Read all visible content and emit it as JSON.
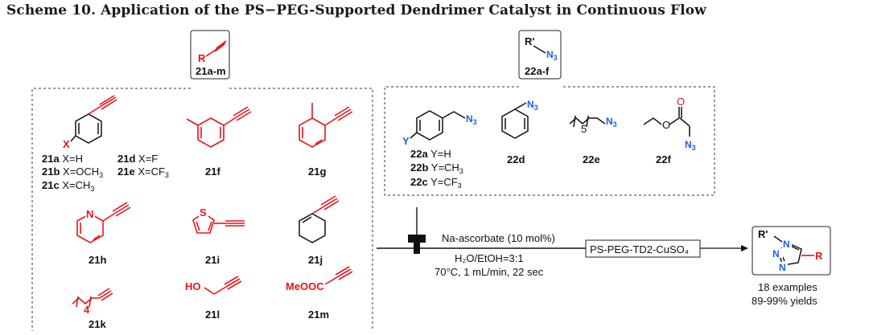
{
  "title": "Scheme 10. Application of the PS−PEG-Supported Dendrimer Catalyst in Continuous Flow",
  "alkyne_box": {
    "r": "R",
    "label": "21a-m"
  },
  "azide_box": {
    "r": "R'",
    "n3": "N",
    "n3sub": "3",
    "label": "22a-f"
  },
  "alkynes": {
    "a_sub": "X",
    "a_lines": [
      {
        "b": "21a",
        "t": " X=H"
      },
      {
        "b": "21b",
        "t": " X=OCH",
        "s": "3"
      },
      {
        "b": "21c",
        "t": " X=CH",
        "s": "3"
      }
    ],
    "d_lines": [
      {
        "b": "21d",
        "t": " X=F"
      },
      {
        "b": "21e",
        "t": " X=CF",
        "s": "3"
      }
    ],
    "f": "21f",
    "g": "21g",
    "h": "21h",
    "h_atom": "N",
    "i": "21i",
    "i_atom": "S",
    "j": "21j",
    "k": "21k",
    "k_sub": "4",
    "l": "21l",
    "l_group": "HO",
    "m": "21m",
    "m_group": "MeOOC"
  },
  "azides": {
    "a_sub": "Y",
    "lines": [
      {
        "b": "22a",
        "t": " Y=H"
      },
      {
        "b": "22b",
        "t": " Y=CH",
        "s": "3"
      },
      {
        "b": "22c",
        "t": " Y=CF",
        "s": "3"
      }
    ],
    "d": "22d",
    "e": "22e",
    "e_sub": "5",
    "f": "22f",
    "n": "N",
    "nsub": "3",
    "o": "O"
  },
  "conditions": {
    "reagent": "Na-ascorbate (10 mol%)",
    "solvent": "H₂O/EtOH=3:1",
    "params": "70°C, 1 mL/min, 22 sec",
    "catalyst": "PS-PEG-TD2-CuSO₄"
  },
  "product": {
    "r1": "R'",
    "n1": "N",
    "n2": "N",
    "n3": "N",
    "r": "R",
    "examples": "18 examples",
    "yields": "89-99% yields"
  }
}
